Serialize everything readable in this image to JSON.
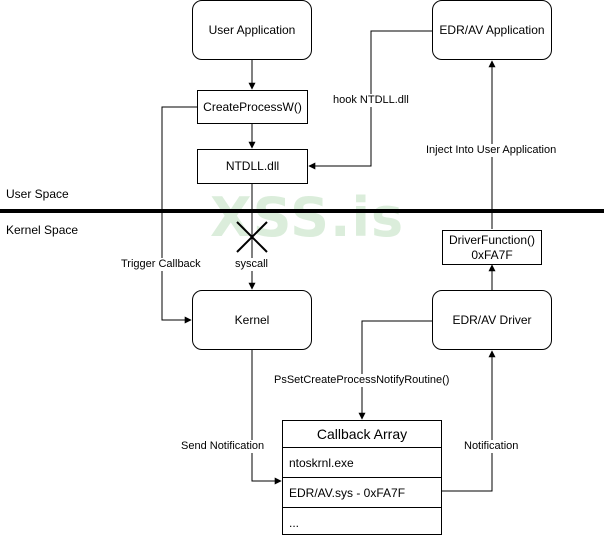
{
  "spaces": {
    "user": "User Space",
    "kernel": "Kernel Space"
  },
  "watermark": "XSS.is",
  "nodes": {
    "user_app": "User Application",
    "edr_app": "EDR/AV Application",
    "create_process": "CreateProcessW()",
    "ntdll": "NTDLL.dll",
    "kernel": "Kernel",
    "edr_driver": "EDR/AV Driver",
    "driver_function_line1": "DriverFunction()",
    "driver_function_line2": "0xFA7F"
  },
  "callback_array": {
    "title": "Callback Array",
    "rows": [
      "ntoskrnl.exe",
      "EDR/AV.sys - 0xFA7F",
      "..."
    ]
  },
  "edge_labels": {
    "hook": "hook NTDLL.dll",
    "inject": "Inject Into User Application",
    "trigger": "Trigger Callback",
    "syscall": "syscall",
    "notify_routine": "PsSetCreateProcessNotifyRoutine()",
    "send_notification": "Send Notification",
    "notification": "Notification"
  }
}
